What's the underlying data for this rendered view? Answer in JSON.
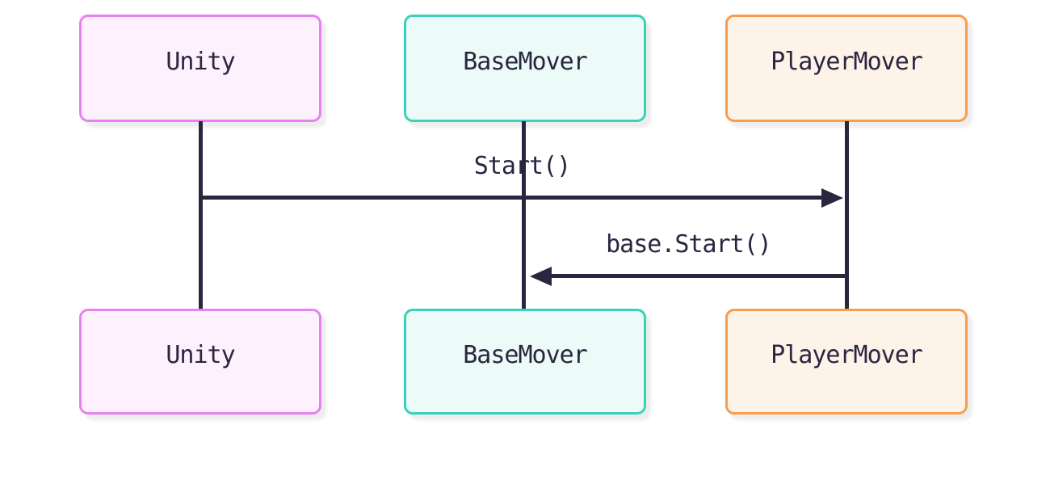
{
  "diagram": {
    "type": "sequence",
    "actors": [
      {
        "id": "unity",
        "label": "Unity"
      },
      {
        "id": "basemover",
        "label": "BaseMover"
      },
      {
        "id": "playermover",
        "label": "PlayerMover"
      }
    ],
    "messages": [
      {
        "label": "Start()",
        "from": "Unity",
        "to": "PlayerMover",
        "direction": "right",
        "arrow": "solid-filled-head"
      },
      {
        "label": "base.Start()",
        "from": "PlayerMover",
        "to": "BaseMover",
        "direction": "left",
        "arrow": "solid-filled-head"
      }
    ]
  },
  "theme": {
    "background": "#ffffff",
    "line-color": "#2b2640",
    "text-color": "#2b2640",
    "unity-border": "#e781f2",
    "unity-fill": "#fdf1fe",
    "basemover-border": "#38d2ba",
    "basemover-fill": "#edfbf8",
    "playermover-border": "#f89c4e",
    "playermover-fill": "#fdf3e8"
  }
}
